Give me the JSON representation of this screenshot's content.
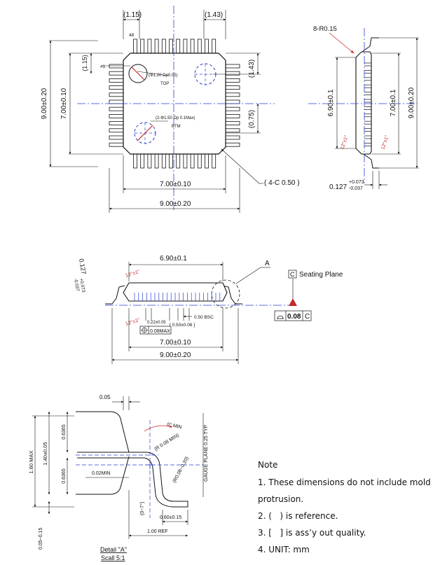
{
  "top_view": {
    "pitch_label": "(1.15)",
    "lead_width_label": "(1.43)",
    "pin48_label": "48",
    "pin1_label": "#1",
    "pin1_offset_label": "(1.15)",
    "right_offset_label": "(1.43)",
    "top_mark_label": "(Φ1.20 Dp0.05)",
    "top_label": "TOP",
    "btm_mark_label": "(2-Φ1.50 Dp 0.1Max)",
    "btm_label": "BTM",
    "right_dim_label": "(0.75)",
    "chamfer_label": "( 4-C 0.50 )",
    "body_width_label": "7.00±0.10",
    "overall_width_label": "9.00±0.20",
    "body_height_label": "7.00±0.10",
    "overall_height_label": "9.00±0.20"
  },
  "side_view": {
    "radius_label": "8-R0.15",
    "thickness_label": "6.90±0.1",
    "body_label": "7.00±0.1",
    "overall_label": "9.00±0.20",
    "angle_left_label": "12°±1°",
    "angle_right_label": "12°±1°",
    "lead_thickness_base": "0.127",
    "lead_thickness_plus": "+0.073",
    "lead_thickness_minus": "-0.037"
  },
  "front_view": {
    "body_label": "6.90±0.1",
    "detail_a_label": "A",
    "seating_plane_label": "Seating Plane",
    "seating_datum": "C",
    "angle_top_label": "12°±1°",
    "angle_bottom_label": "12°±1°",
    "lead_width_label": "0.22±0.05",
    "pitch_label": "[ 0.50±0.06 ]",
    "bsc_label": "0.50 BSC",
    "position_tol_label": "0.08MAX",
    "coplanarity_value": "0.08",
    "coplanarity_datum": "C",
    "width_label": "7.00±0.10",
    "overall_label": "9.00±0.20",
    "side_thickness_base": "0.127",
    "side_thickness_plus": "+0.073",
    "side_thickness_minus": "-0.037"
  },
  "detail_view": {
    "top_gap_label": "0.05",
    "height_label": "1.60 MAX",
    "body_thickness_label": "1.40±0.05",
    "upper_label": "0.6365",
    "lower_label": "0.6365",
    "min_label": "0.02MIN",
    "angle_min_label": "0° MIN",
    "radius_min_label": "(R 0.08 MIN)",
    "radius_range_label": "(R0.08~0.20)",
    "gauge_label": "GAUGE PLANE 0.25 TYP",
    "lead_angle_label": "(0~7°)",
    "foot_label": "0.60±0.15",
    "ref_label": "1.00 REF",
    "standoff_label": "0.05~0.15",
    "title": "Detail \"A\"",
    "scale": "Scall 5:1"
  },
  "notes": {
    "title": "Note",
    "items": [
      "1. These dimensions do not include mold",
      "protrusion.",
      "2. (   ) is reference.",
      "3. [   ] is ass’y out quality.",
      "4. UNIT: mm"
    ]
  },
  "colors": {
    "line": "#111111",
    "center": "#2b3fd1",
    "accent": "#c62828"
  }
}
